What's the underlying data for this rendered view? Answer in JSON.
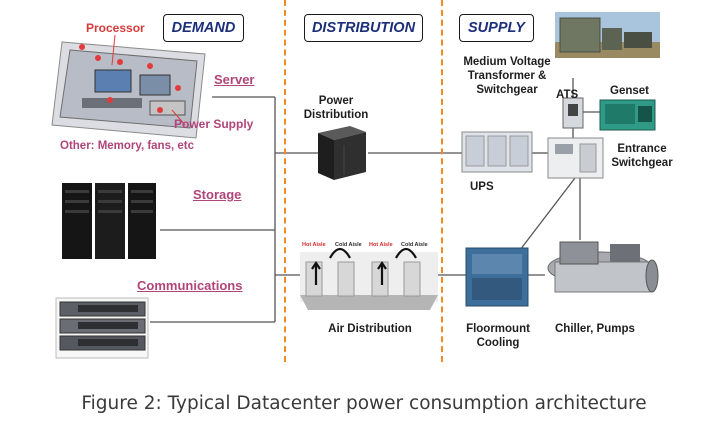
{
  "headers": {
    "demand": "DEMAND",
    "distribution": "DISTRIBUTION",
    "supply": "SUPPLY"
  },
  "demand": {
    "processor": "Processor",
    "server": "Server",
    "power_supply": "Power Supply",
    "other": "Other: Memory, fans, etc",
    "storage": "Storage",
    "communications": "Communications"
  },
  "distribution": {
    "power_distribution": "Power\nDistribution",
    "air_distribution": "Air Distribution",
    "hot_aisle": "Hot Aisle",
    "cold_aisle": "Cold Aisle"
  },
  "supply": {
    "medium_voltage": "Medium Voltage\nTransformer &\nSwitchgear",
    "ats": "ATS",
    "genset": "Genset",
    "entrance_switchgear": "Entrance\nSwitchgear",
    "ups": "UPS",
    "floormount_cooling": "Floormount\nCooling",
    "chiller_pumps": "Chiller, Pumps"
  },
  "caption": "Figure 2: Typical Datacenter power consumption architecture",
  "colors": {
    "header_text": "#1c2f7a",
    "divider": "#f08a24",
    "pink_label": "#b0457a",
    "red_label": "#d83a3a"
  }
}
